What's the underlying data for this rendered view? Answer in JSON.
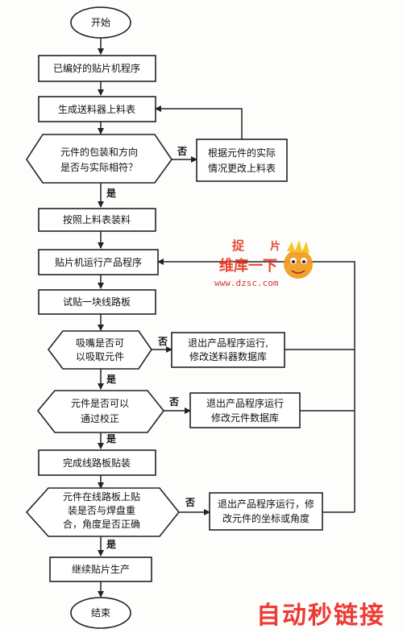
{
  "flowchart": {
    "start": "开始",
    "step1": "已编好的贴片机程序",
    "step2": "生成送料器上料表",
    "decision1": {
      "line1": "元件的包装和方向",
      "line2": "是否与实际相符？"
    },
    "side1": {
      "line1": "根据元件的实际",
      "line2": "情况更改上料表"
    },
    "step3": "按照上料表装料",
    "step4": "贴片机运行产品程序",
    "step5": "试贴一块线路板",
    "decision2": {
      "line1": "吸嘴是否可",
      "line2": "以吸取元件"
    },
    "side2": {
      "line1": "退出产品程序运行,",
      "line2": "修改送料器数据库"
    },
    "decision3": {
      "line1": "元件是否可以",
      "line2": "通过校正"
    },
    "side3": {
      "line1": "退出产品程序运行",
      "line2": "修改元件数据库"
    },
    "step6": "完成线路板贴装",
    "decision4": {
      "line1": "元件在线路板上贴",
      "line2": "装是否与焊盘重",
      "line3": "合，角度是否正确"
    },
    "side4": {
      "line1": "退出产品程序运行，修",
      "line2": "改元件的坐标或角度"
    },
    "step7": "继续贴片生产",
    "end": "结束",
    "yes_label": "是",
    "no_label": "否"
  },
  "watermark": {
    "logo_top": "捉",
    "logo_piece": "片",
    "logo_text": "维库一下",
    "url": "www.dzsc.com",
    "bottom_text": "自动秒链接"
  },
  "colors": {
    "watermark_red": "#e8341c",
    "watermark_orange": "#f39a1e"
  }
}
